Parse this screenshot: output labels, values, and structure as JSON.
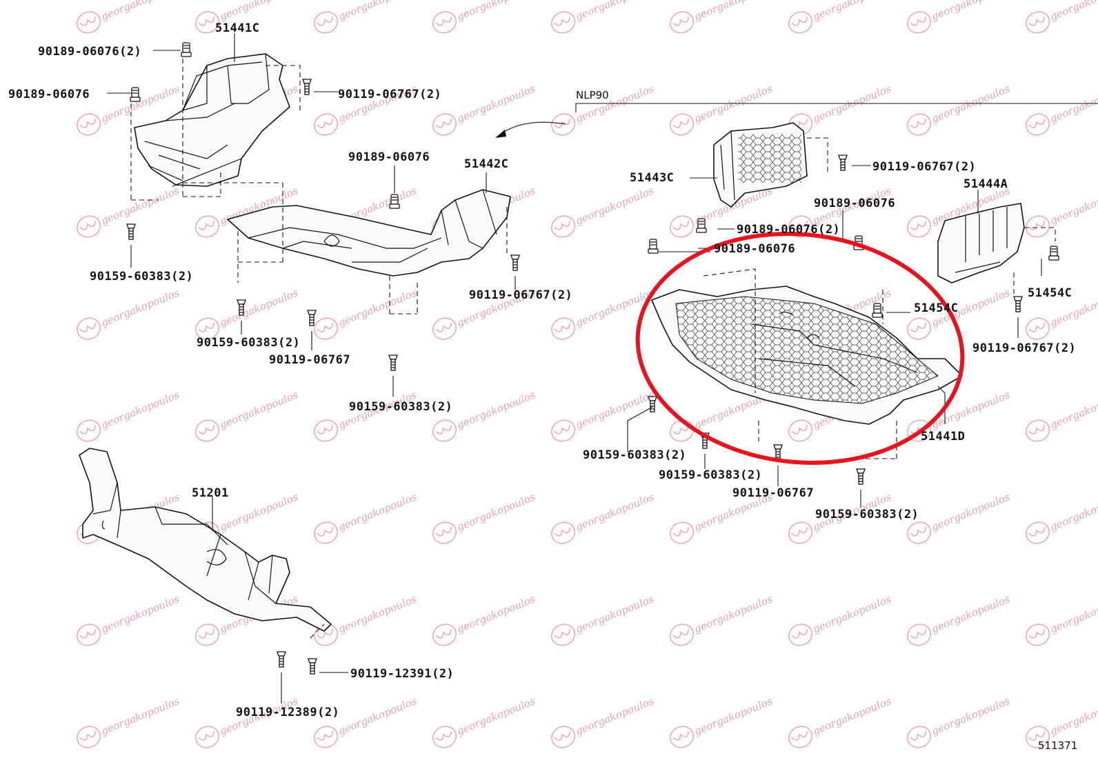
{
  "diagram": {
    "variant_label": "NLP90",
    "figure_number": "511371",
    "watermark_text": "georgakopoulos",
    "highlight_color": "#e8141c",
    "part_labels": {
      "p51441C": "51441C",
      "p51442C": "51442C",
      "p51443C": "51443C",
      "p51444A": "51444A",
      "p51454C_a": "51454C",
      "p51454C_b": "51454C",
      "p51441D": "51441D",
      "p51201": "51201"
    },
    "fastener_labels": {
      "f1": "90189-06076(2)",
      "f2": "90189-06076",
      "f3": "90119-06767(2)",
      "f4": "90159-60383(2)",
      "f5": "90189-06076",
      "f6": "90119-06767(2)",
      "f7": "90159-60383(2)",
      "f8": "90119-06767",
      "f9": "90159-60383(2)",
      "f10": "90119-06767(2)",
      "f11": "90189-06076",
      "f12": "90189-06076(2)",
      "f13": "90189-06076",
      "f14": "90119-06767(2)",
      "f15": "90159-60383(2)",
      "f16": "90159-60383(2)",
      "f17": "90119-06767",
      "f18": "90159-60383(2)",
      "f19": "90119-12391(2)",
      "f20": "90119-12389(2)"
    }
  }
}
